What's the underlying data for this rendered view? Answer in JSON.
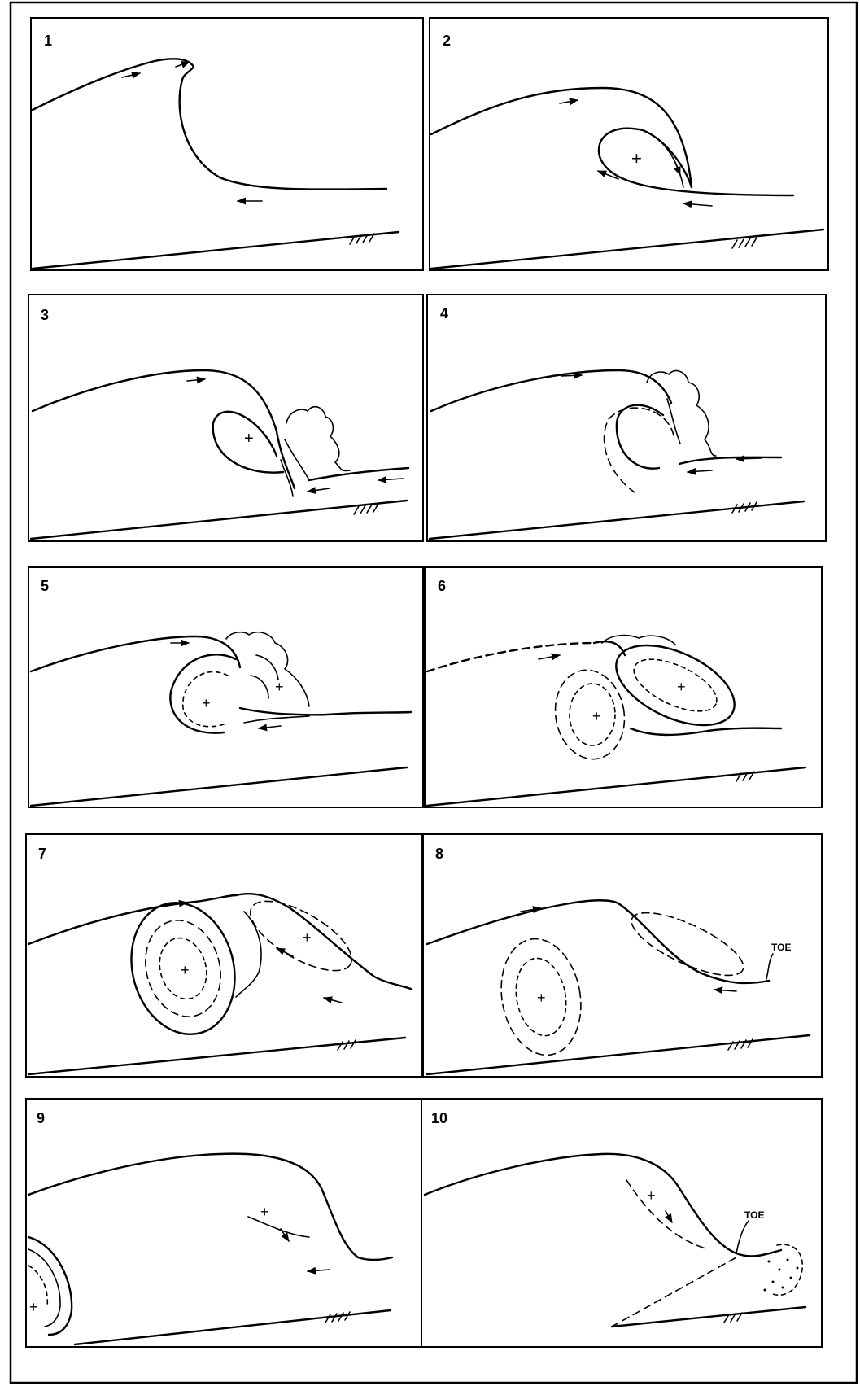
{
  "figure": {
    "panels": [
      {
        "id": "1",
        "number": "1"
      },
      {
        "id": "2",
        "number": "2"
      },
      {
        "id": "3",
        "number": "3"
      },
      {
        "id": "4",
        "number": "4"
      },
      {
        "id": "5",
        "number": "5"
      },
      {
        "id": "6",
        "number": "6"
      },
      {
        "id": "7",
        "number": "7"
      },
      {
        "id": "8",
        "number": "8",
        "annotation": "TOE"
      },
      {
        "id": "9",
        "number": "9"
      },
      {
        "id": "10",
        "number": "10",
        "annotation": "TOE"
      }
    ]
  }
}
